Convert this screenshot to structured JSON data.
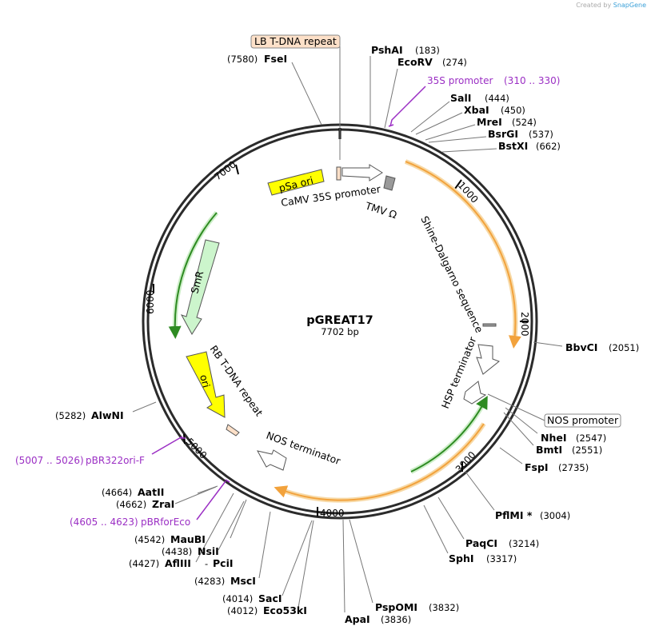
{
  "credit": {
    "prefix": "Created by",
    "brand": "SnapGene"
  },
  "plasmid": {
    "name": "pGREAT17",
    "length_label": "7702 bp",
    "length": 7702
  },
  "ticks": [
    "1000",
    "2000",
    "3000",
    "4000",
    "5000",
    "6000",
    "7000"
  ],
  "sites": [
    {
      "name": "PshAI",
      "pos": "(183)"
    },
    {
      "name": "EcoRV",
      "pos": "(274)"
    },
    {
      "name": "SalI",
      "pos": "(444)"
    },
    {
      "name": "XbaI",
      "pos": "(450)"
    },
    {
      "name": "MreI",
      "pos": "(524)"
    },
    {
      "name": "BsrGI",
      "pos": "(537)"
    },
    {
      "name": "BstXI",
      "pos": "(662)"
    },
    {
      "name": "BbvCI",
      "pos": "(2051)"
    },
    {
      "name": "NheI",
      "pos": "(2547)"
    },
    {
      "name": "BmtI",
      "pos": "(2551)"
    },
    {
      "name": "FspI",
      "pos": "(2735)"
    },
    {
      "name": "PflMI *",
      "pos": "(3004)"
    },
    {
      "name": "PaqCI",
      "pos": "(3214)"
    },
    {
      "name": "SphI",
      "pos": "(3317)"
    },
    {
      "name": "PspOMI",
      "pos": "(3832)"
    },
    {
      "name": "ApaI",
      "pos": "(3836)"
    },
    {
      "name": "SacI",
      "pos": "(4014)"
    },
    {
      "name": "Eco53kI",
      "pos": "(4012)"
    },
    {
      "name": "MscI",
      "pos": "(4283)"
    },
    {
      "name": "MauBI",
      "pos": "(4542)"
    },
    {
      "name": "NsiI",
      "pos": "(4438)"
    },
    {
      "name": "AflIII",
      "pos": "(4427)"
    },
    {
      "name": "PciI",
      "pos": ""
    },
    {
      "name": "AatII",
      "pos": "(4664)"
    },
    {
      "name": "ZraI",
      "pos": "(4662)"
    },
    {
      "name": "AlwNI",
      "pos": "(5282)"
    },
    {
      "name": "FseI",
      "pos": "(7580)"
    }
  ],
  "primers": [
    {
      "name": "35S promoter",
      "range": "(310 .. 330)"
    },
    {
      "name": "pBR322ori-F",
      "range": "(5007 .. 5026)"
    },
    {
      "name": "pBRforEco",
      "range": "(4605 .. 4623)"
    }
  ],
  "boxed_features": [
    {
      "label": "LB T-DNA repeat",
      "color": "#fde0c8"
    },
    {
      "label": "NOS promoter",
      "color": "#ffffff"
    }
  ],
  "features": [
    {
      "label": "pSa ori",
      "color": "#ffff00"
    },
    {
      "label": "CaMV 35S promoter",
      "color": "#ffffff"
    },
    {
      "label": "TMV Ω",
      "color": "#9a9a9a"
    },
    {
      "label": "Shine-Dalgarno sequence",
      "color": "#9a9a9a"
    },
    {
      "label": "HSP terminator",
      "color": "#ffffff"
    },
    {
      "label": "NOS terminator",
      "color": "#ffffff"
    },
    {
      "label": "RB T-DNA repeat",
      "color": "#fde0c8"
    },
    {
      "label": "ori",
      "color": "#ffff00"
    },
    {
      "label": "SmR",
      "color": "#ccf5cc"
    }
  ],
  "colors": {
    "orf_orange": "#f2a23c",
    "orf_green": "#2e8b22",
    "primer_purple": "#9b2fc4",
    "backbone": "#2b2b2b"
  }
}
